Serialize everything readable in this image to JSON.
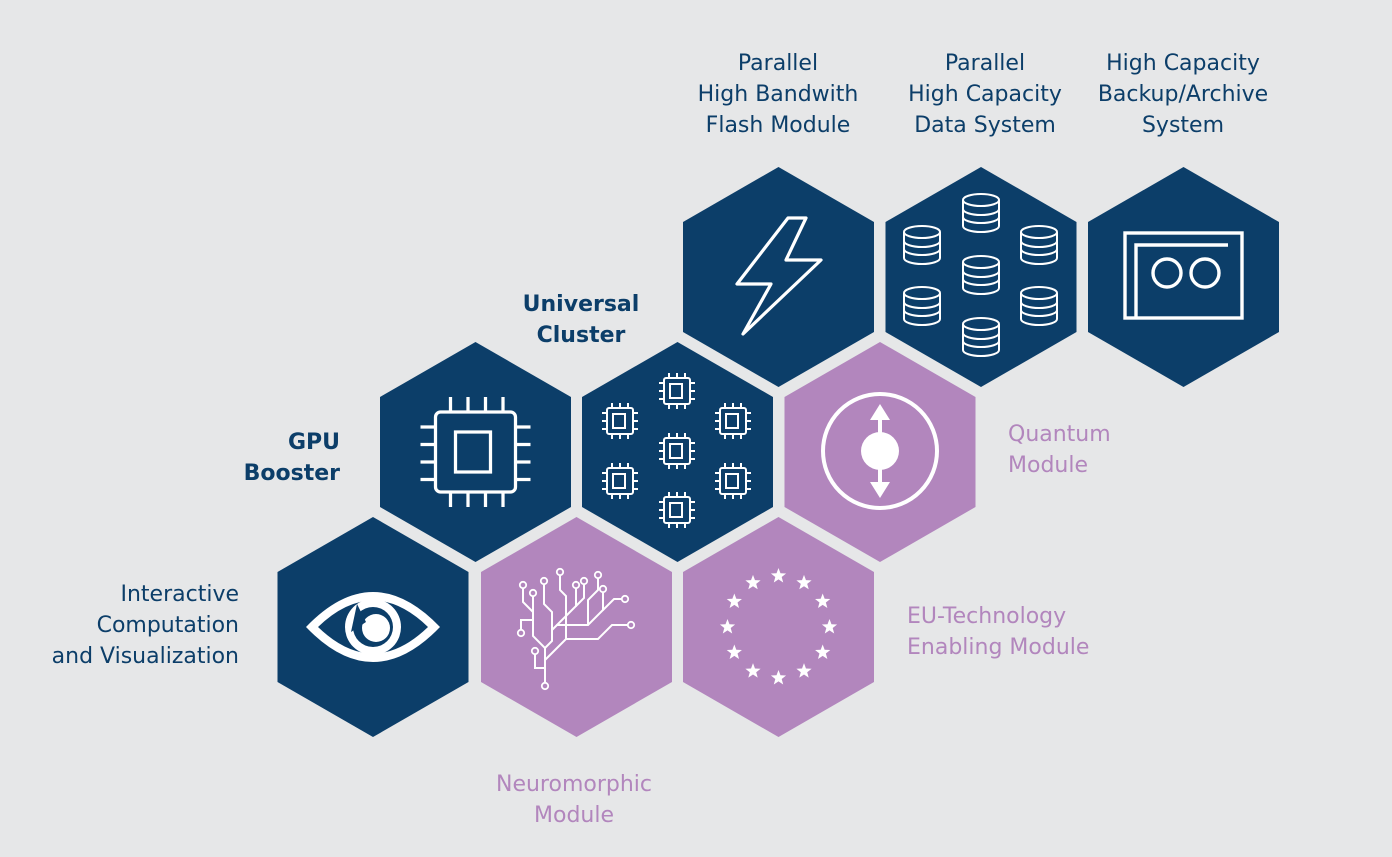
{
  "colors": {
    "background": "#e6e7e8",
    "dark_module": "#0c3e69",
    "purple_module": "#b286bd",
    "icon_stroke": "#ffffff"
  },
  "modules": [
    {
      "id": "flash",
      "name_lines": [
        "Parallel",
        "High Bandwith",
        "Flash Module"
      ],
      "style": "dark",
      "icon": "lightning-bolt-icon"
    },
    {
      "id": "data",
      "name_lines": [
        "Parallel",
        "High Capacity",
        "Data System"
      ],
      "style": "dark",
      "icon": "database-stack-icon"
    },
    {
      "id": "archive",
      "name_lines": [
        "High Capacity",
        "Backup/Archive",
        "System"
      ],
      "style": "dark",
      "icon": "tape-cassette-icon"
    },
    {
      "id": "cluster",
      "name_lines": [
        "Universal",
        "Cluster"
      ],
      "style": "dark",
      "bold": true,
      "icon": "multi-chip-icon"
    },
    {
      "id": "booster",
      "name_lines": [
        "GPU",
        "Booster"
      ],
      "style": "dark",
      "bold": true,
      "icon": "processor-chip-icon"
    },
    {
      "id": "quantum",
      "name_lines": [
        "Quantum",
        "Module"
      ],
      "style": "purple",
      "icon": "qubit-spin-icon"
    },
    {
      "id": "interactive",
      "name_lines": [
        "Interactive",
        "Computation",
        "and Visualization"
      ],
      "style": "dark",
      "icon": "eye-icon"
    },
    {
      "id": "neuromorphic",
      "name_lines": [
        "Neuromorphic",
        "Module"
      ],
      "style": "purple",
      "icon": "neural-tree-icon"
    },
    {
      "id": "eutech",
      "name_lines": [
        "EU-Technology",
        "Enabling Module"
      ],
      "style": "purple",
      "icon": "eu-stars-icon"
    }
  ]
}
